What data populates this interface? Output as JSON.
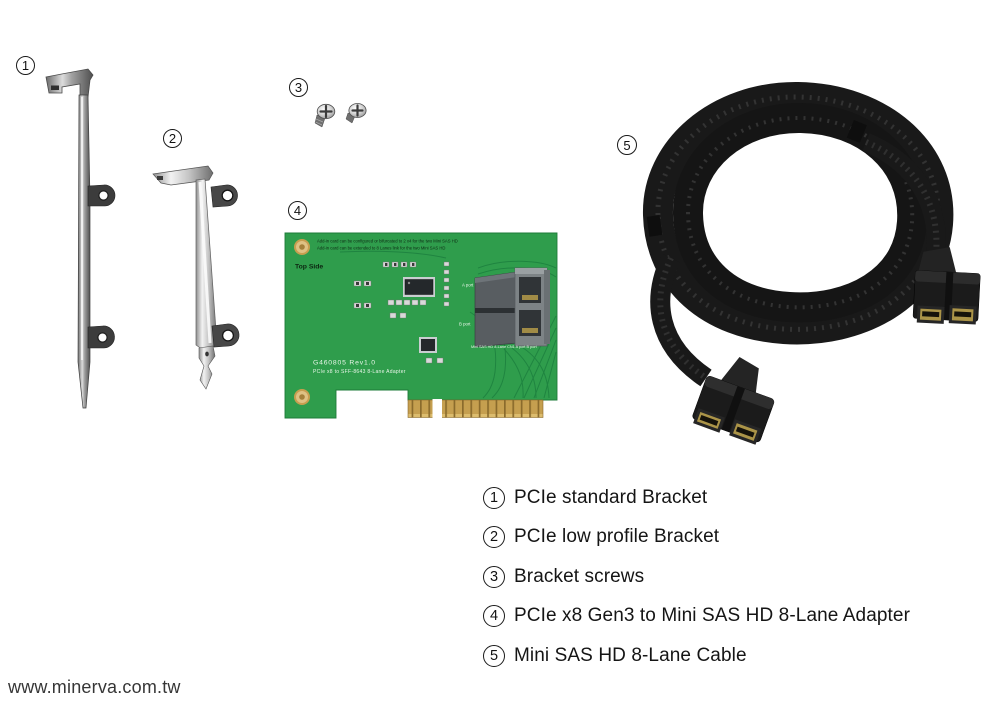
{
  "watermark": {
    "text": "www.minerva.com.tw"
  },
  "legend": {
    "items": [
      {
        "num": "1",
        "label": "PCIe standard Bracket"
      },
      {
        "num": "2",
        "label": "PCIe low profile Bracket"
      },
      {
        "num": "3",
        "label": "Bracket screws"
      },
      {
        "num": "4",
        "label": "PCIe x8 Gen3 to Mini SAS HD 8-Lane Adapter"
      },
      {
        "num": "5",
        "label": "Mini SAS HD 8-Lane Cable"
      }
    ]
  },
  "pcb": {
    "note_line1": "Add-in card can be configured or bifurcated to 2 x4 for the two Mini SAS HD",
    "note_line2": "Add-in card can be extended to 8 Lanes link for the two Mini SAS HD",
    "side_label": "Top Side",
    "model": "G460805 Rev1.0",
    "model_desc": "PCIe x8 to SFF-8643 8-Lane Adapter",
    "port_a": "A port",
    "port_b": "B port",
    "connector_caption": "Mini SAS HD 8-Lane CN1 A port B port"
  },
  "colors": {
    "pcb_green": "#2f9d4c",
    "trace_green": "#1f8340",
    "gold": "#c59f4f",
    "cable_black": "#191919",
    "metal_gray": "#9a9a9a"
  }
}
